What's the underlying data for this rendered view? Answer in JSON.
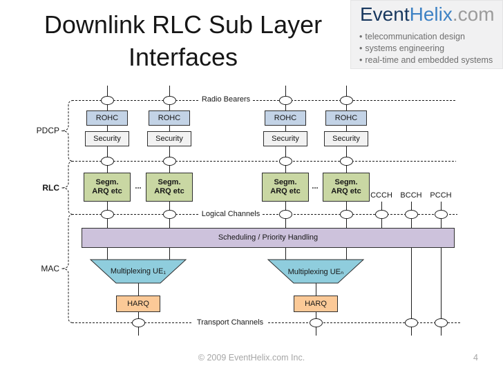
{
  "slide": {
    "title": "Downlink RLC Sub Layer Interfaces",
    "footer": "© 2009 EventHelix.com Inc.",
    "page_number": "4"
  },
  "logo": {
    "event": "Event",
    "helix": "Helix",
    "tld": ".com",
    "bullet": "•",
    "taglines": [
      "telecommunication design",
      "systems engineering",
      "real-time and embedded systems"
    ]
  },
  "diagram": {
    "channel_labels": {
      "radio_bearers": "Radio Bearers",
      "logical_channels": "Logical Channels",
      "transport_channels": "Transport Channels"
    },
    "layers": {
      "pdcp": "PDCP",
      "rlc": "RLC",
      "mac": "MAC"
    },
    "boxes": {
      "rohc": "ROHC",
      "security": "Security",
      "segm": "Segm.\nARQ etc",
      "scheduling": "Scheduling / Priority Handling",
      "mux_ue1": "Multiplexing UE₁",
      "mux_uen": "Multiplexing UEₙ",
      "harq": "HARQ"
    },
    "control_channels": [
      "CCCH",
      "BCCH",
      "PCCH"
    ],
    "ellipsis": "..."
  },
  "theme": {
    "colors": {
      "line": "#1a1a1a",
      "border": "#2d2d2d",
      "rohc_fill": "#c3d3e6",
      "security_fill": "#f2f2f2",
      "rlc_fill": "#c9d7a3",
      "scheduling_fill": "#cdc2dc",
      "mux_fill": "#8fcddd",
      "harq_fill": "#fbc997",
      "brand_navy": "#17375e",
      "brand_blue": "#3e82c4"
    }
  }
}
